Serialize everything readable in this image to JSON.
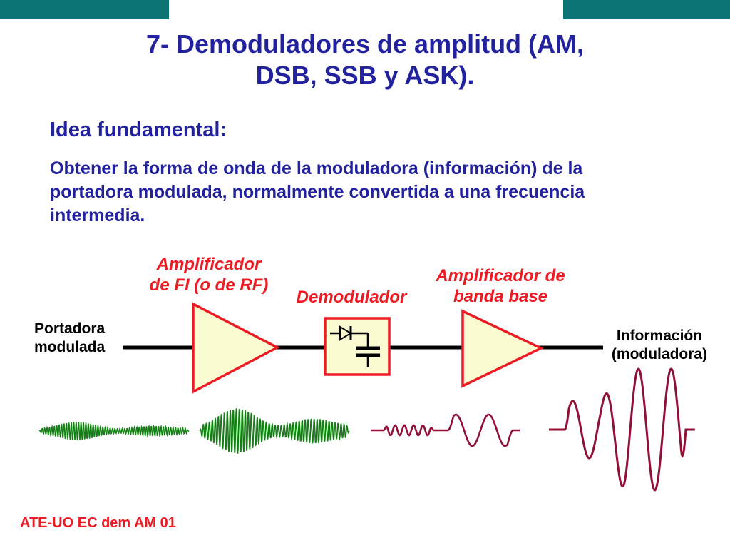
{
  "slide": {
    "title_line1": "7- Demoduladores de amplitud (AM,",
    "title_line2": "DSB, SSB y ASK).",
    "heading": "Idea fundamental:",
    "paragraph_lines": [
      "Obtener la forma de onda de la moduladora (información) de la",
      "portadora modulada, normalmente convertida a una frecuencia",
      "intermedia."
    ],
    "labels": {
      "amp_fi_line1": "Amplificador",
      "amp_fi_line2": "de FI (o de RF)",
      "demodulador": "Demodulador",
      "amp_bb_line1": "Amplificador de",
      "amp_bb_line2": "banda base",
      "input_line1": "Portadora",
      "input_line2": "modulada",
      "output_line1": "Información",
      "output_line2": "(moduladora)"
    },
    "footer": "ATE-UO EC dem AM 01",
    "colors": {
      "teal_bar": "#0b7474",
      "text_blue": "#22229e",
      "label_red": "#ed1c24",
      "block_fill": "#fbfbd2",
      "block_border": "#ed1c24",
      "wave_green": "#128012",
      "wave_maroon": "#921035",
      "line_black": "#000000"
    }
  }
}
